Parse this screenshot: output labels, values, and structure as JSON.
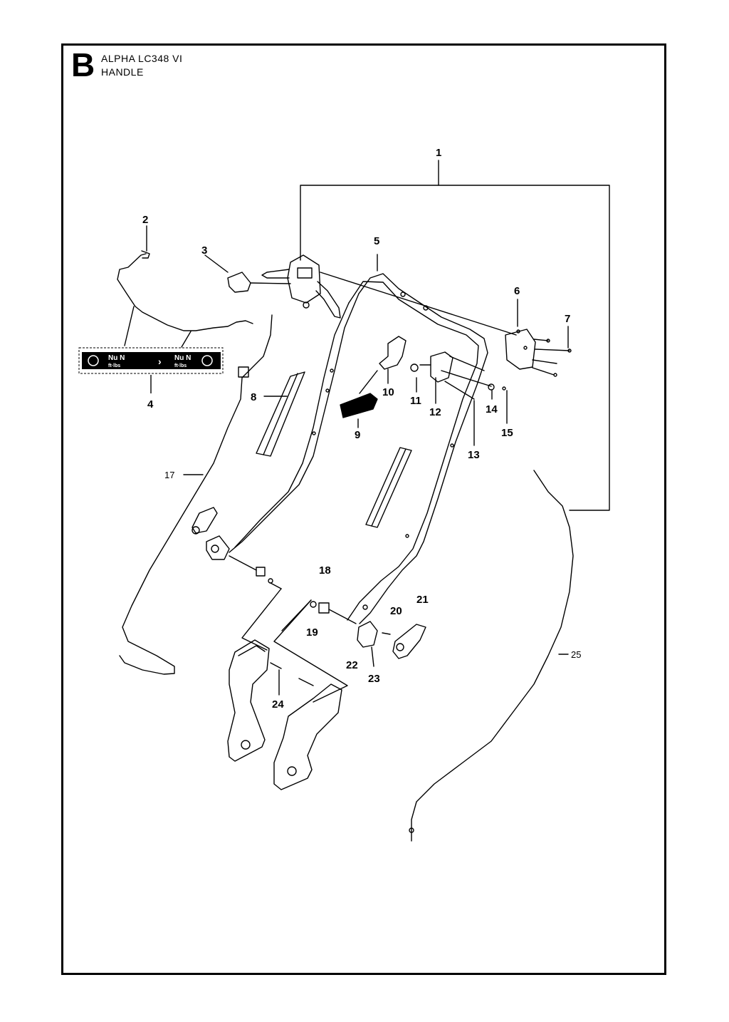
{
  "header": {
    "section_letter": "B",
    "model": "ALPHA LC348 VI",
    "title": "HANDLE"
  },
  "callouts": [
    "1",
    "2",
    "3",
    "4",
    "5",
    "6",
    "7",
    "8",
    "9",
    "10",
    "11",
    "12",
    "13",
    "14",
    "15",
    "17",
    "18",
    "19",
    "20",
    "21",
    "22",
    "23",
    "24",
    "25"
  ],
  "decal": {
    "left_text": "Nu N",
    "left_sub": "ft·lbs",
    "right_text": "Nu N",
    "right_sub": "ft·lbs"
  },
  "colors": {
    "ink": "#000000",
    "paper": "#ffffff"
  }
}
